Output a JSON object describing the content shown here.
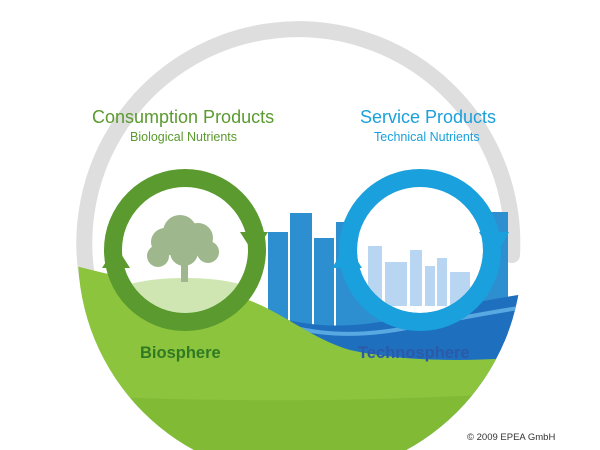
{
  "consumption": {
    "title": "Consumption Products",
    "subtitle": "Biological Nutrients"
  },
  "service": {
    "title": "Service Products",
    "subtitle": "Technical Nutrients"
  },
  "spheres": {
    "biosphere": "Biosphere",
    "technosphere": "Technosphere"
  },
  "copyright": "© 2009 EPEA GmbH",
  "colors": {
    "bio_green": "#5a9a2e",
    "ground_green": "#8cc43d",
    "tech_blue": "#1aa0dc",
    "city_blue": "#2d8dce",
    "outer_ring_gray": "#dcdcdc",
    "technosphere_label": "#2b5aa8"
  },
  "icons": {
    "bio_cycle": "circular-arrows-icon",
    "tech_cycle": "circular-arrows-icon",
    "tree": "tree-icon",
    "city": "city-skyline-icon"
  }
}
